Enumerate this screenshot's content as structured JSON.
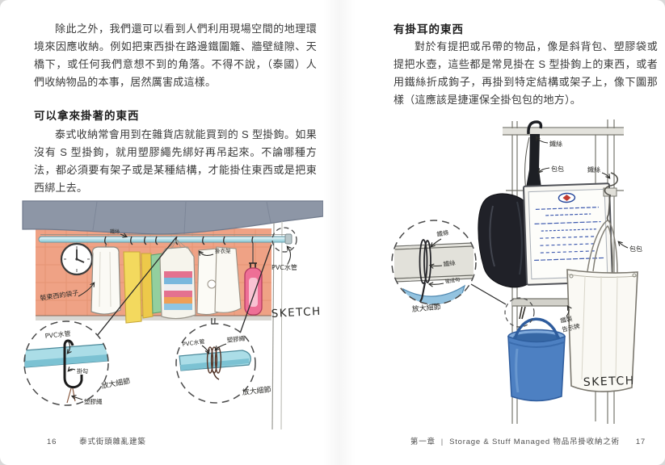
{
  "colors": {
    "roof_grey": "#8d96a6",
    "wall_pink": "#efa285",
    "pipe_blue": "#abdde7",
    "bucket_blue": "#4d80c2",
    "extinguisher_pink": "#ee6f96",
    "sign_text_blue": "#3d59ae",
    "body_text": "#3a3a3a"
  },
  "left_page": {
    "paragraph_intro": "除此之外，我們還可以看到人們利用現場空間的地理環境來因應收納。例如把東西掛在路邊鐵圍籬、牆壁縫隙、天橋下，或任何我們意想不到的角落。不得不說，（泰國）人們收納物品的本事，居然厲害成這樣。",
    "section_heading": "可以拿來掛著的東西",
    "section_paragraph": "泰式收納常會用到在雜貨店就能買到的 S 型掛鉤。如果沒有 S 型掛鉤，就用塑膠繩先綁好再吊起來。不論哪種方法，都必須要有架子或是某種結構，才能掛住東西或是把東西綁上去。",
    "illustration": {
      "label_bag": "裝東西的袋子",
      "label_wire": "鐵絲",
      "label_hanger": "掛衣架",
      "label_pvc_pipe": "PVC水管",
      "label_sketch": "SKETCH",
      "detail_left": {
        "pvc": "PVC水管",
        "hook": "掛勾",
        "rope": "塑膠繩",
        "zoom": "放大細節"
      },
      "detail_right": {
        "pvc": "PVC水管",
        "rope": "塑膠繩",
        "zoom": "放大細節"
      }
    },
    "footer": {
      "page_number": "16",
      "book_title": "泰式街頭雜亂建築"
    }
  },
  "right_page": {
    "section_heading": "有掛耳的東西",
    "section_paragraph": "對於有提把或吊帶的物品，像是斜背包、塑膠袋或提把水壺，這些都是常見掛在 S 型掛鉤上的東西，或者用鐵絲折成鉤子，再掛到特定結構或架子上，像下圖那樣（這應該是捷運保全掛包包的地方）。",
    "illustration": {
      "label_wire_top": "鐵絲",
      "label_strap_bag": "包包",
      "label_wire_right": "鐵絲",
      "label_sign_line1": "鐵製",
      "label_sign_line2": "告示牌",
      "label_tote_bag": "包包",
      "label_sketch": "SKETCH",
      "detail": {
        "bar": "鐵條",
        "wire": "鐵絲",
        "bent_hook": "彎成勾",
        "zoom": "放大細節"
      }
    },
    "footer": {
      "chapter": "第一章",
      "separator": "|",
      "chapter_title": "Storage & Stuff Managed 物品吊掛收納之術",
      "page_number": "17"
    }
  }
}
